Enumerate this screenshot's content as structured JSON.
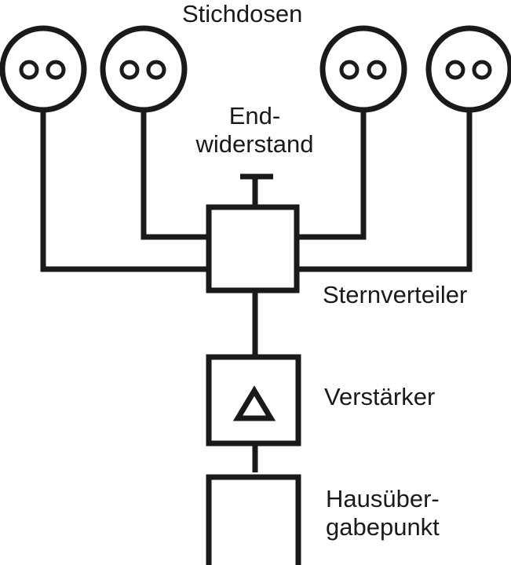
{
  "labels": {
    "outlets": "Stichdosen",
    "terminator_line1": "End-",
    "terminator_line2": "widerstand",
    "star_distributor": "Sternverteiler",
    "amplifier": "Verstärker",
    "handover_line1": "Hausüber-",
    "handover_line2": "gabepunkt"
  },
  "outlets": [
    {
      "id": "outlet-1",
      "holes": 2
    },
    {
      "id": "outlet-2",
      "holes": 2
    },
    {
      "id": "outlet-3",
      "holes": 2
    },
    {
      "id": "outlet-4",
      "holes": 2
    }
  ],
  "colors": {
    "stroke": "#1a1a1a",
    "background": "#ffffff"
  }
}
